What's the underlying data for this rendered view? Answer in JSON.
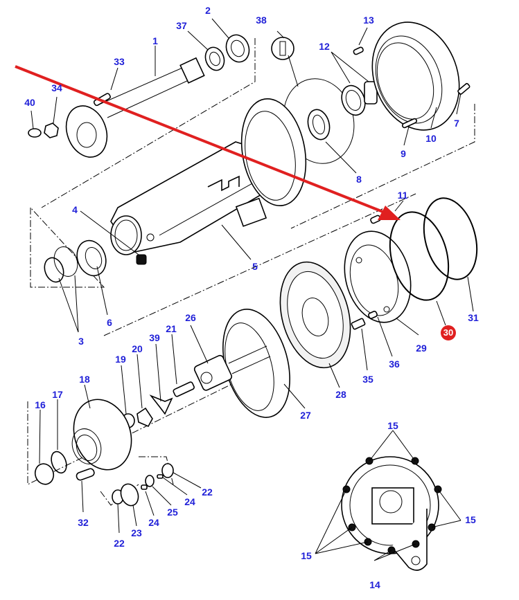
{
  "diagram": {
    "title": "Rear axle / brake assembly exploded parts diagram",
    "label_color": "#2020d8",
    "highlight_color": "#e02020",
    "arrow_color": "#e02020",
    "highlighted_part": "30",
    "callouts": [
      {
        "id": "1",
        "text": "1"
      },
      {
        "id": "2",
        "text": "2"
      },
      {
        "id": "3",
        "text": "3"
      },
      {
        "id": "4",
        "text": "4"
      },
      {
        "id": "5",
        "text": "5"
      },
      {
        "id": "6",
        "text": "6"
      },
      {
        "id": "7",
        "text": "7"
      },
      {
        "id": "8",
        "text": "8"
      },
      {
        "id": "9",
        "text": "9"
      },
      {
        "id": "10",
        "text": "10"
      },
      {
        "id": "11",
        "text": "11"
      },
      {
        "id": "12",
        "text": "12"
      },
      {
        "id": "13",
        "text": "13"
      },
      {
        "id": "14",
        "text": "14"
      },
      {
        "id": "15a",
        "text": "15"
      },
      {
        "id": "15b",
        "text": "15"
      },
      {
        "id": "15c",
        "text": "15"
      },
      {
        "id": "16",
        "text": "16"
      },
      {
        "id": "17",
        "text": "17"
      },
      {
        "id": "18",
        "text": "18"
      },
      {
        "id": "19",
        "text": "19"
      },
      {
        "id": "20",
        "text": "20"
      },
      {
        "id": "21",
        "text": "21"
      },
      {
        "id": "22a",
        "text": "22"
      },
      {
        "id": "22b",
        "text": "22"
      },
      {
        "id": "23",
        "text": "23"
      },
      {
        "id": "24a",
        "text": "24"
      },
      {
        "id": "24b",
        "text": "24"
      },
      {
        "id": "25",
        "text": "25"
      },
      {
        "id": "26",
        "text": "26"
      },
      {
        "id": "27",
        "text": "27"
      },
      {
        "id": "28",
        "text": "28"
      },
      {
        "id": "29",
        "text": "29"
      },
      {
        "id": "30",
        "text": "30"
      },
      {
        "id": "31",
        "text": "31"
      },
      {
        "id": "32",
        "text": "32"
      },
      {
        "id": "33",
        "text": "33"
      },
      {
        "id": "34",
        "text": "34"
      },
      {
        "id": "35",
        "text": "35"
      },
      {
        "id": "36",
        "text": "36"
      },
      {
        "id": "37",
        "text": "37"
      },
      {
        "id": "38",
        "text": "38"
      },
      {
        "id": "39",
        "text": "39"
      },
      {
        "id": "40",
        "text": "40"
      }
    ]
  }
}
